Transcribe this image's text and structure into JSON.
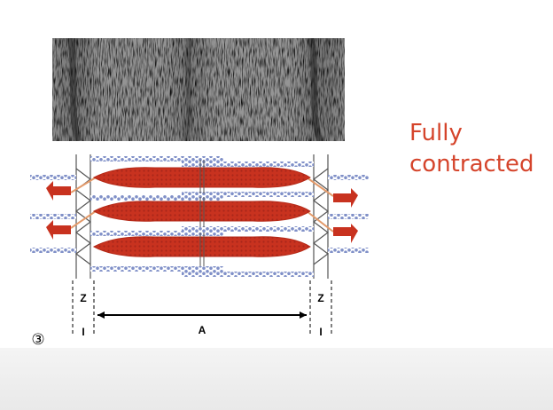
{
  "caption": {
    "line1": "Fully",
    "line2": "contracted"
  },
  "panel_number": "③",
  "labels": {
    "z_left": "Z",
    "z_right": "Z",
    "i_left": "I",
    "i_right": "I",
    "a_band": "A"
  },
  "colors": {
    "myosin": "#c8321f",
    "actin": "#7f8ec6",
    "titin": "#e39a6a",
    "caption": "#d5442b",
    "micrograph_bg": "#b4b4b4"
  }
}
